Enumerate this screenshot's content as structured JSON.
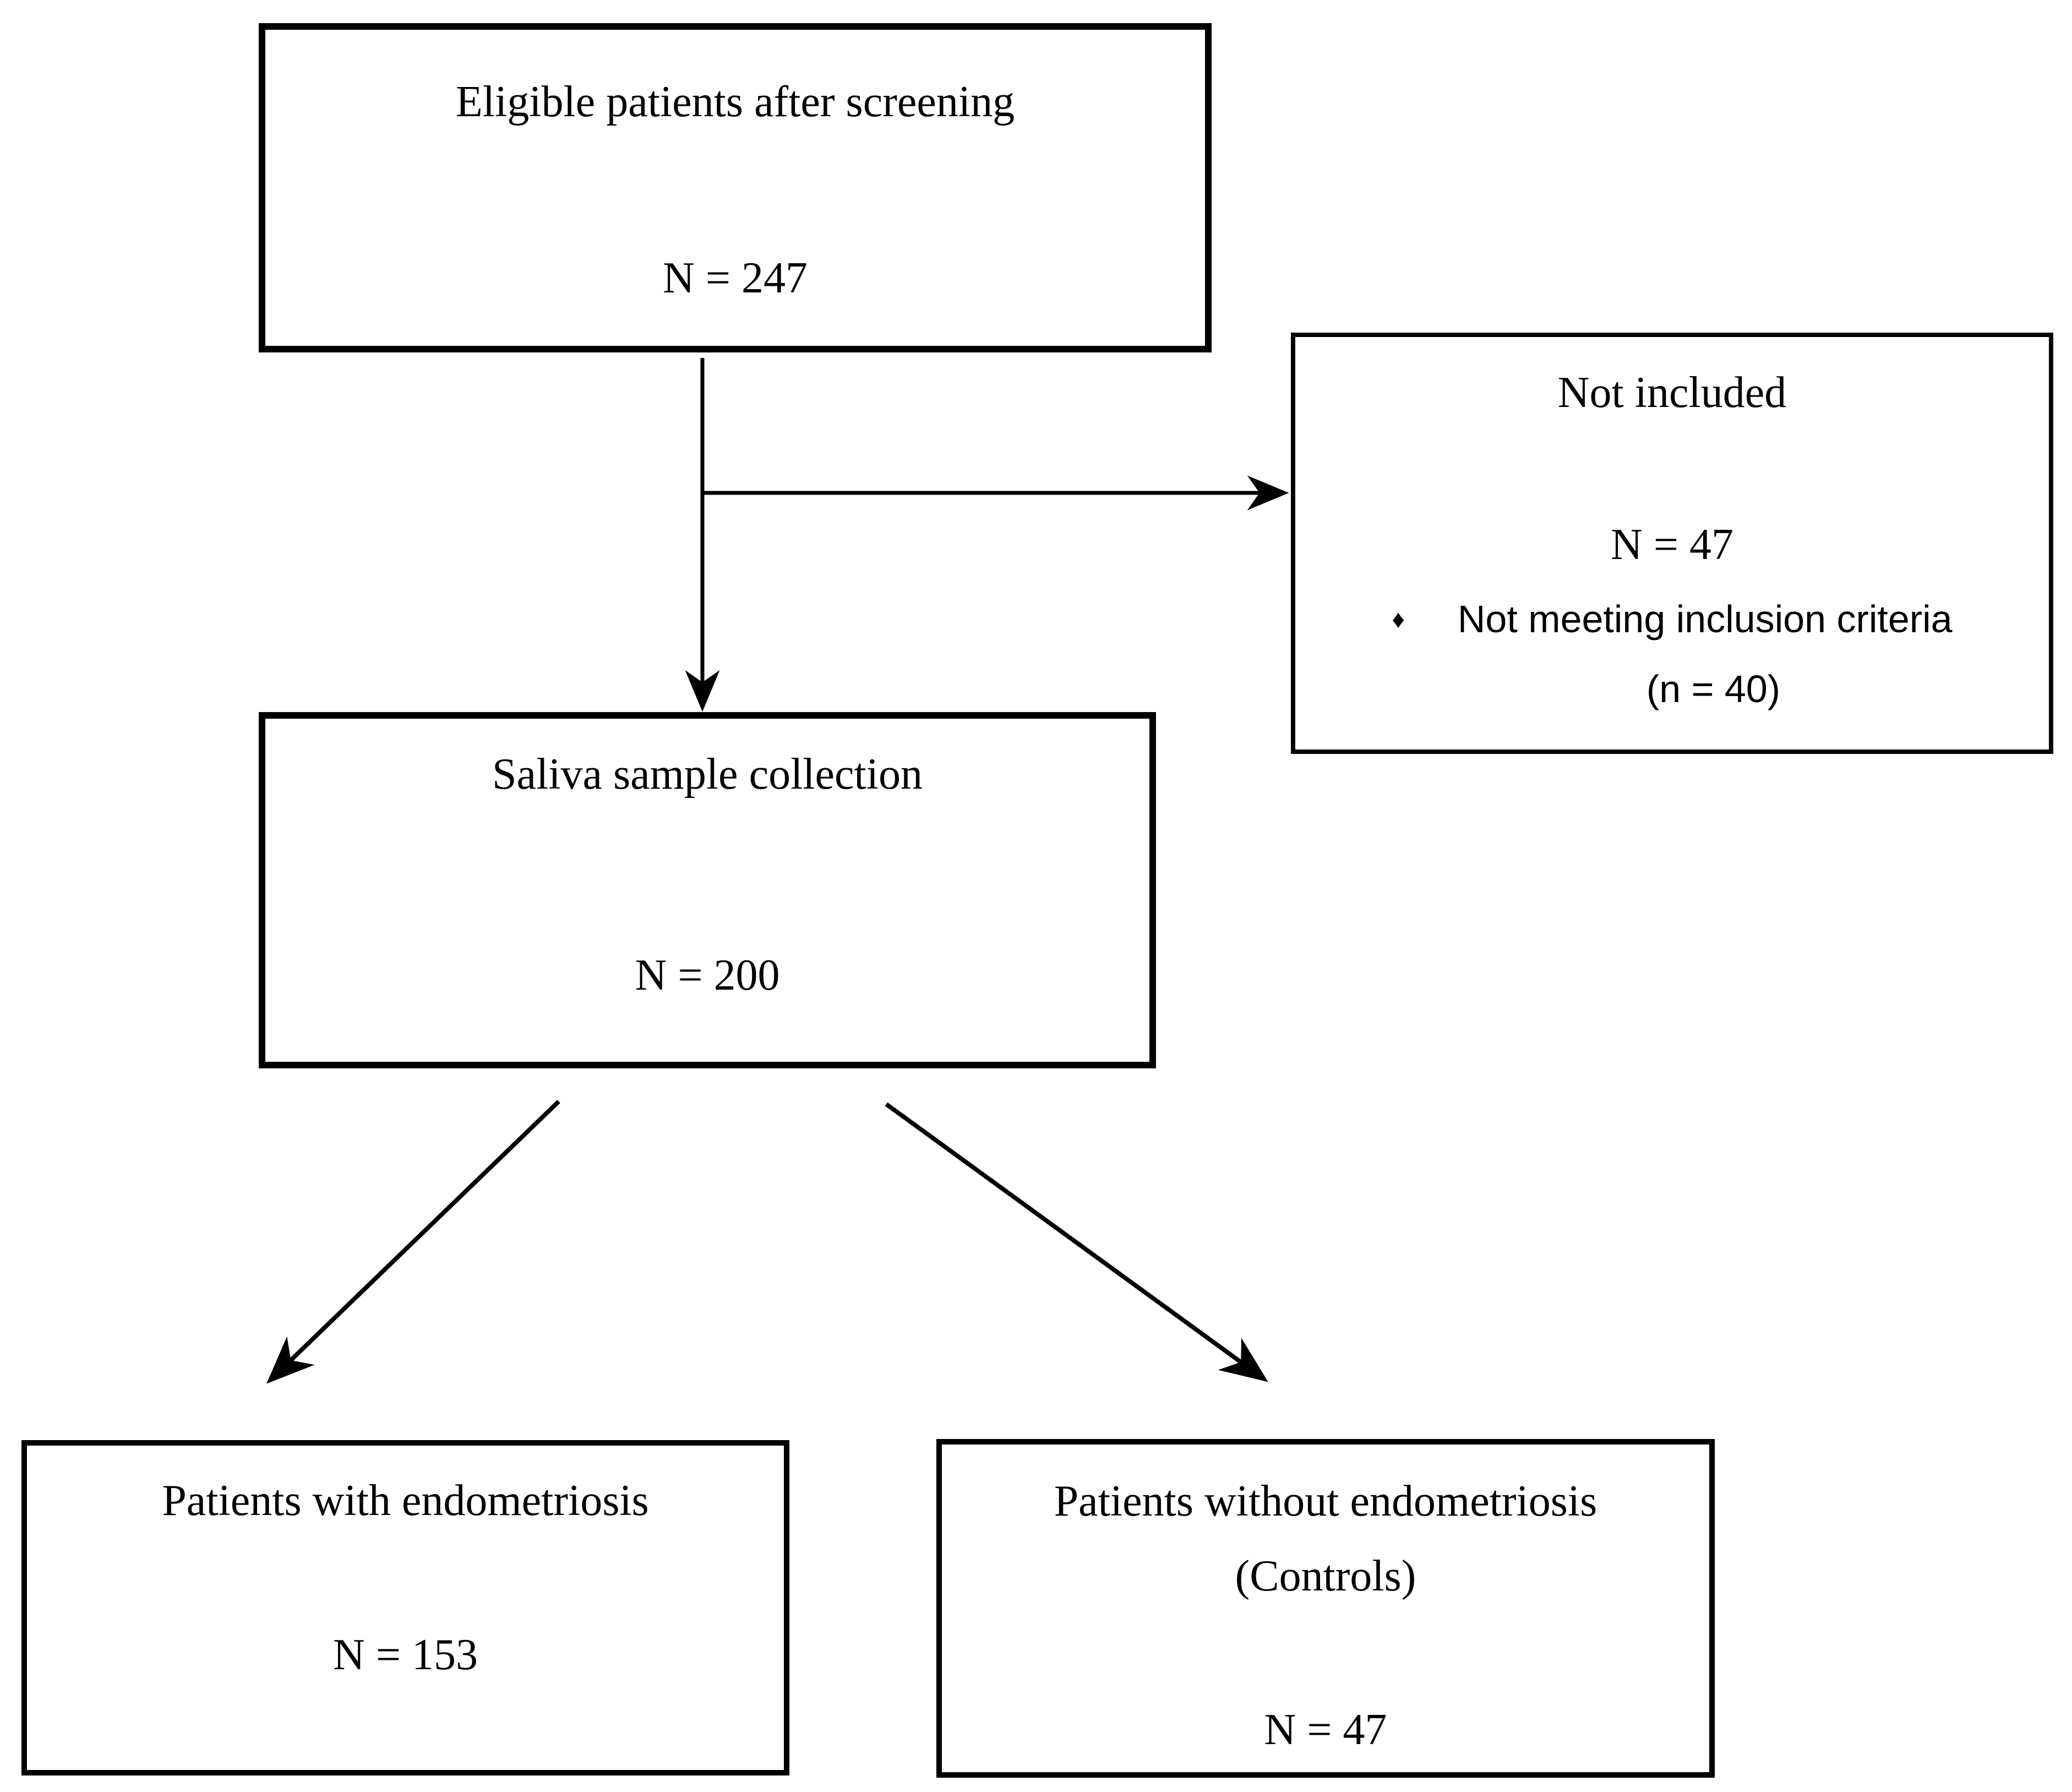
{
  "colors": {
    "line": "#000000",
    "background": "#ffffff",
    "text": "#000000"
  },
  "icons": {
    "diamond_bullet": "♦"
  },
  "boxes": {
    "eligible": {
      "title": "Eligible patients after screening",
      "n": "N = 247"
    },
    "not_included": {
      "title": "Not included",
      "n": "N = 47",
      "bullet_text": "Not meeting inclusion criteria",
      "bullet_note": "(n = 40)"
    },
    "saliva": {
      "title": "Saliva sample collection",
      "n": "N = 200"
    },
    "endo": {
      "title": "Patients with endometriosis",
      "n": "N = 153"
    },
    "controls": {
      "title": "Patients without endometriosis",
      "subtitle": "(Controls)",
      "n": "N = 47"
    }
  },
  "flow": [
    {
      "from": "eligible",
      "to": "saliva"
    },
    {
      "from": "eligible",
      "to": "not_included"
    },
    {
      "from": "saliva",
      "to": "endo"
    },
    {
      "from": "saliva",
      "to": "controls"
    }
  ]
}
